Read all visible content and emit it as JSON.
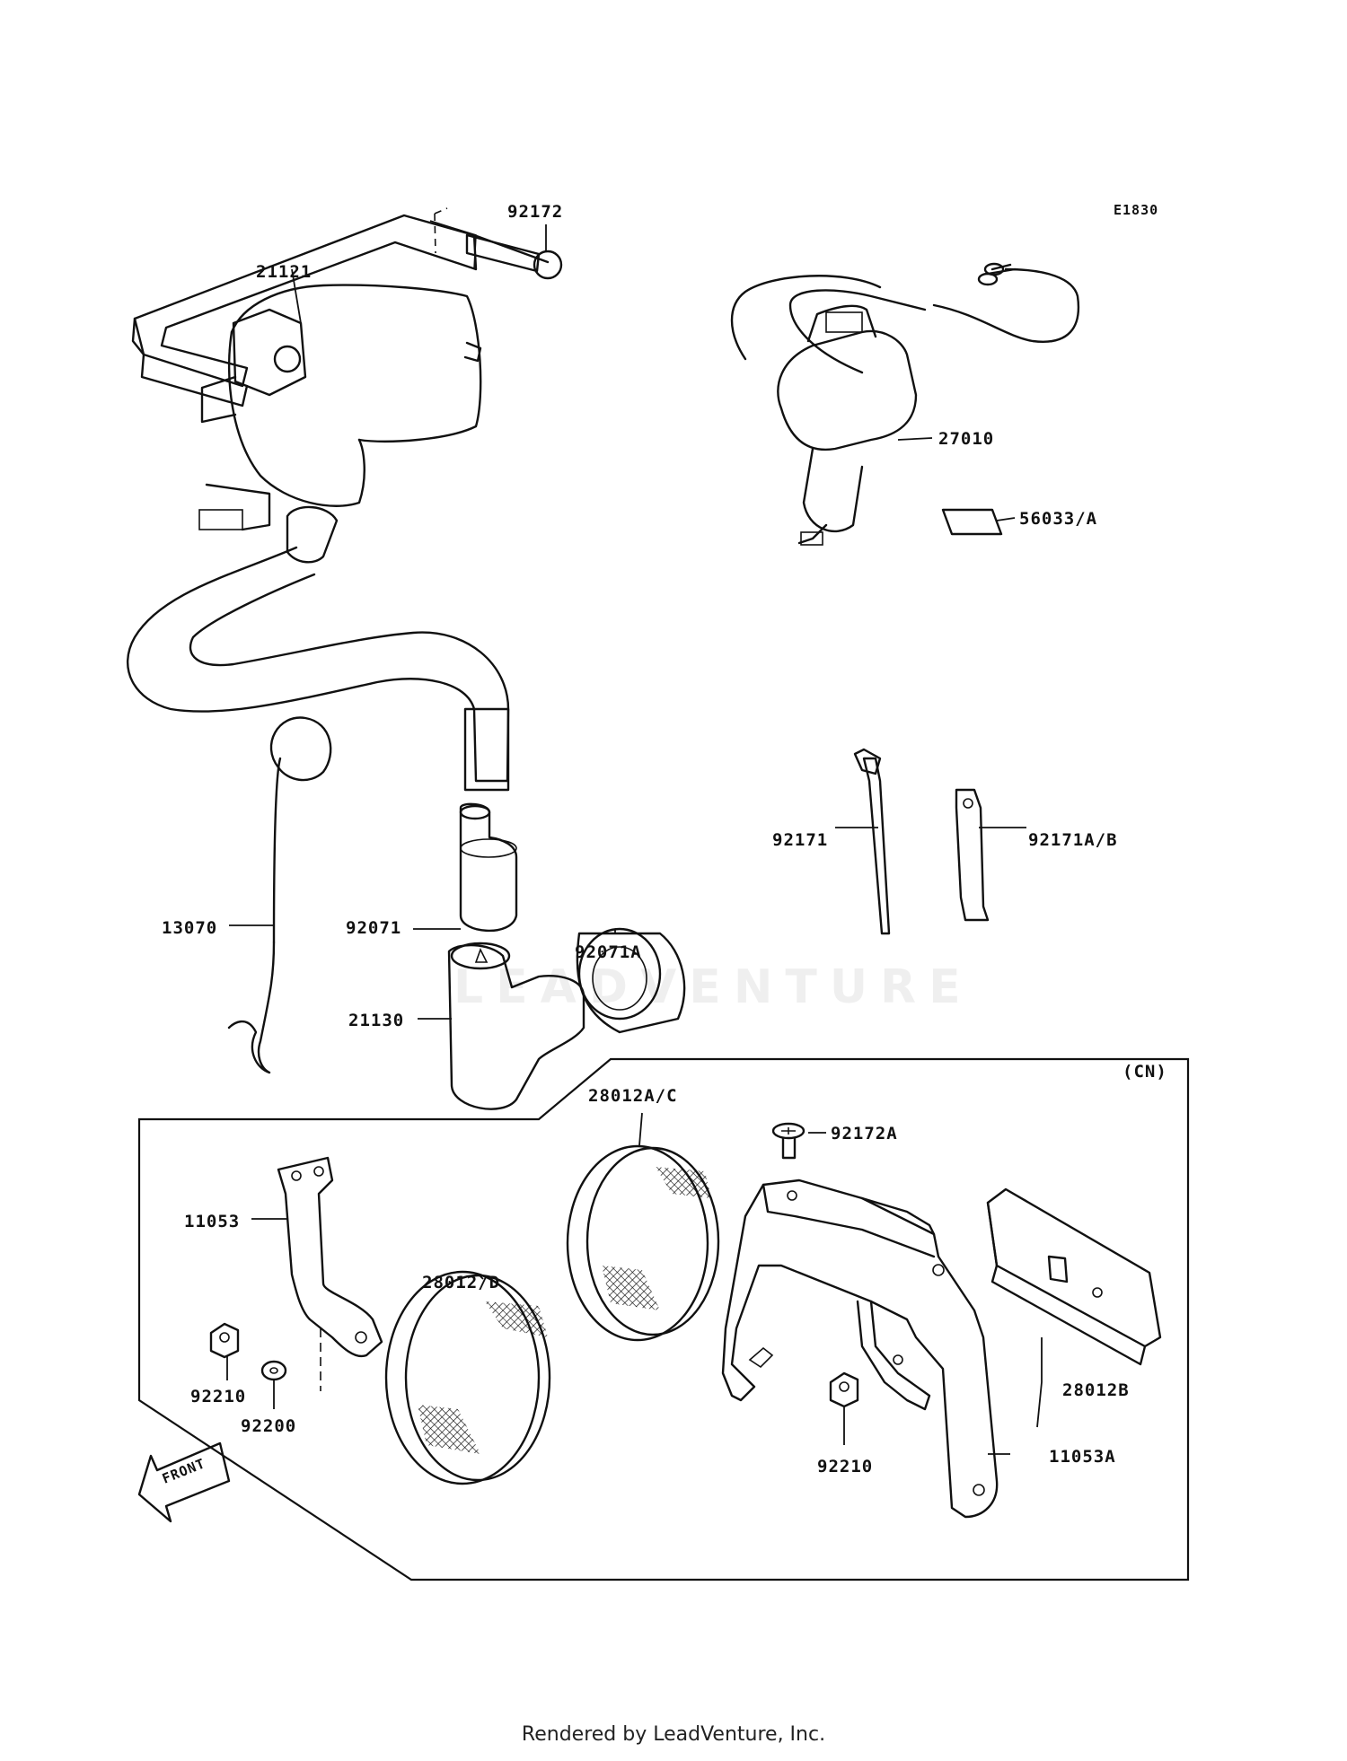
{
  "diagram_code": "E1830",
  "group_label": "(CN)",
  "front_arrow_text": "FRONT",
  "watermark_text": "LEADVENTURE",
  "footer": "Rendered by LeadVenture, Inc.",
  "parts": {
    "ignition_coil": "21121",
    "screw_coil": "92172",
    "stop_switch": "27010",
    "label_decal": "56033/A",
    "band_clamp": "92171",
    "band_clamp_b": "92171A/B",
    "cap": "92071",
    "cap_a": "92071A",
    "clip": "13070",
    "plug_cap": "21130",
    "bracket": "11053",
    "nut_left": "92210",
    "washer": "92200",
    "reflector_d": "28012/D",
    "reflector_ac": "28012A/C",
    "screw_a": "92172A",
    "bracket_a": "11053A",
    "nut_right": "92210",
    "reflector_b": "28012B"
  }
}
